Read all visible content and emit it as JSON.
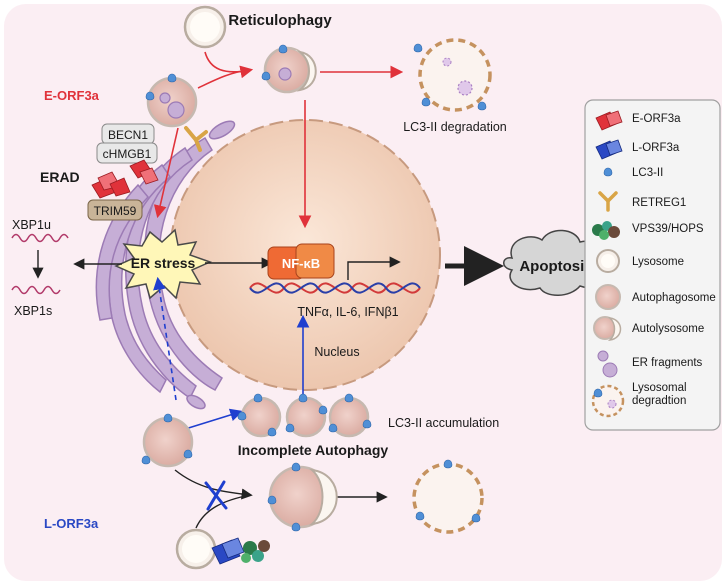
{
  "labels": {
    "reticulophagy": "Reticulophagy",
    "e_orf3a": "E-ORF3a",
    "l_orf3a": "L-ORF3a",
    "lc3_degradation": "LC3-II degradation",
    "becn1": "BECN1",
    "chmgb1": "cHMGB1",
    "erad": "ERAD",
    "trim59": "TRIM59",
    "xbp1u": "XBP1u",
    "xbp1s": "XBP1s",
    "er_stress": "ER stress",
    "nfkb": "NF-κB",
    "cytokines": "TNFα, IL-6, IFNβ1",
    "nucleus": "Nucleus",
    "apoptosis": "Apoptosis",
    "lc3_accumulation": "LC3-II accumulation",
    "incomplete_autophagy": "Incomplete Autophagy"
  },
  "legend": {
    "items": [
      {
        "label": "E-ORF3a",
        "icon": "e-orf3a-icon"
      },
      {
        "label": "L-ORF3a",
        "icon": "l-orf3a-icon"
      },
      {
        "label": "LC3-II",
        "icon": "lc3-ii-icon"
      },
      {
        "label": "RETREG1",
        "icon": "retreg1-icon"
      },
      {
        "label": "VPS39/HOPS",
        "icon": "vps39-hops-icon"
      },
      {
        "label": "Lysosome",
        "icon": "lysosome-icon"
      },
      {
        "label": "Autophagosome",
        "icon": "autophagosome-icon"
      },
      {
        "label": "Autolysosome",
        "icon": "autolysosome-icon"
      },
      {
        "label": "ER fragments",
        "icon": "er-fragments-icon"
      },
      {
        "label": "Lysosomal\ndegradtion",
        "icon": "lysosomal-degradation-icon"
      }
    ]
  },
  "colors": {
    "cell_bg": "#fbeef3",
    "nucleus": "#f1d3bf",
    "er": "#c9b2d6",
    "autophagosome": "#e2bcb4",
    "lc3": "#4f8fd6",
    "red_arrow": "#e0323a",
    "blue_arrow": "#1f3fcf",
    "nfkb": "#ef6a34",
    "e_orf3a": "#e0323a",
    "l_orf3a": "#2a48c4"
  }
}
